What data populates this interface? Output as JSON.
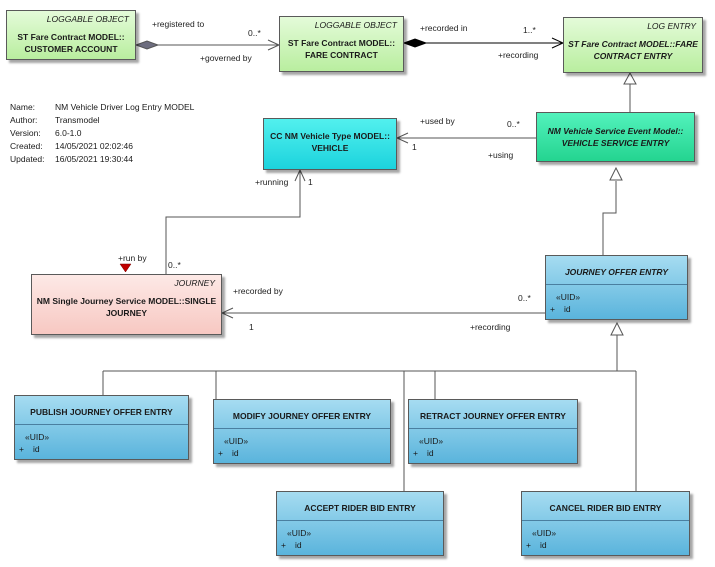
{
  "metadata": [
    {
      "key": "Name:",
      "value": "NM Vehicle Driver Log Entry MODEL"
    },
    {
      "key": "Author:",
      "value": "Transmodel"
    },
    {
      "key": "Version:",
      "value": "6.0-1.0"
    },
    {
      "key": "Created:",
      "value": "14/05/2021 02:02:46"
    },
    {
      "key": "Updated:",
      "value": "16/05/2021 19:30:44"
    }
  ],
  "classes": {
    "customer_account": {
      "stereotype": "LOGGABLE OBJECT",
      "title_line1": "ST Fare Contract MODEL::",
      "title_line2": "CUSTOMER ACCOUNT"
    },
    "fare_contract": {
      "stereotype": "LOGGABLE OBJECT",
      "title_line1": "ST Fare Contract MODEL::",
      "title_line2": "FARE CONTRACT"
    },
    "fare_contract_entry": {
      "stereotype": "LOG ENTRY",
      "title_line1": "ST Fare Contract MODEL::FARE",
      "title_line2": "CONTRACT ENTRY"
    },
    "vehicle": {
      "title_line1": "CC NM Vehicle Type MODEL::",
      "title_line2": "VEHICLE"
    },
    "vehicle_service_entry": {
      "title_line1": "NM Vehicle Service Event Model::",
      "title_line2": "VEHICLE SERVICE ENTRY"
    },
    "single_journey": {
      "stereotype": "JOURNEY",
      "title_line1": "NM Single Journey Service MODEL::SINGLE",
      "title_line2": "JOURNEY"
    },
    "journey_offer_entry": {
      "title": "JOURNEY OFFER ENTRY",
      "attr_stereotype": "«UID»",
      "attr_vis": "+",
      "attr_name": "id"
    },
    "publish": {
      "title": "PUBLISH JOURNEY OFFER ENTRY",
      "attr_stereotype": "«UID»",
      "attr_vis": "+",
      "attr_name": "id"
    },
    "modify": {
      "title": "MODIFY JOURNEY OFFER ENTRY",
      "attr_stereotype": "«UID»",
      "attr_vis": "+",
      "attr_name": "id"
    },
    "retract": {
      "title": "RETRACT JOURNEY OFFER ENTRY",
      "attr_stereotype": "«UID»",
      "attr_vis": "+",
      "attr_name": "id"
    },
    "accept": {
      "title": "ACCEPT RIDER BID ENTRY",
      "attr_stereotype": "«UID»",
      "attr_vis": "+",
      "attr_name": "id"
    },
    "cancel": {
      "title": "CANCEL RIDER BID ENTRY",
      "attr_stereotype": "«UID»",
      "attr_vis": "+",
      "attr_name": "id"
    }
  },
  "connector_labels": {
    "registered_to": "+registered to",
    "governed_by": "+governed by",
    "mult_0n_a": "0..*",
    "recorded_in": "+recorded in",
    "recording_a": "+recording",
    "mult_1n": "1..*",
    "used_by": "+used by",
    "using": "+using",
    "mult_1_a": "1",
    "mult_0n_b": "0..*",
    "running": "+running",
    "mult_1_b": "1",
    "run_by": "+run by",
    "mult_0n_c": "0..*",
    "recorded_by": "+recorded by",
    "mult_0n_d": "0..*",
    "mult_1_c": "1",
    "recording_b": "+recording"
  }
}
